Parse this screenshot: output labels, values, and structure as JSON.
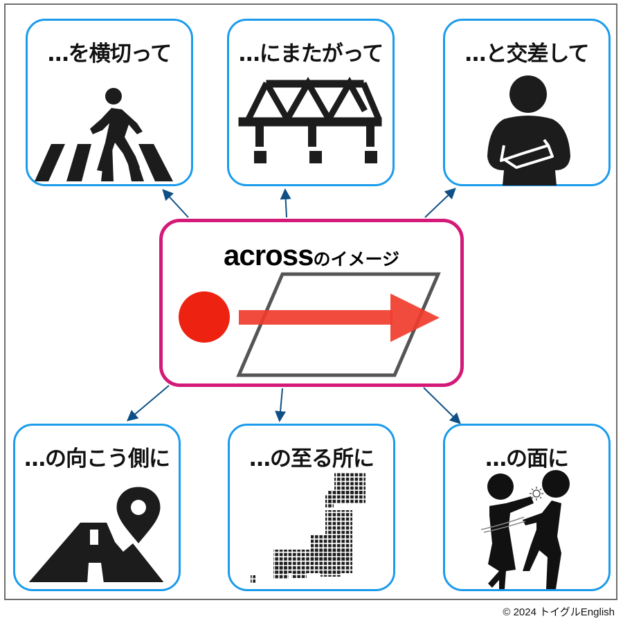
{
  "diagram": {
    "center": {
      "title_en": "across",
      "title_jp": "のイメージ",
      "colors": {
        "border": "#d31a78",
        "dot": "#ee2211",
        "arrow": "#f04030",
        "parallelogram": "#555555"
      }
    },
    "cards": [
      {
        "label": "…を横切って",
        "icon": "pedestrian-crossing-icon"
      },
      {
        "label": "…にまたがって",
        "icon": "truss-bridge-icon"
      },
      {
        "label": "…と交差して",
        "icon": "crossed-arms-person-icon"
      },
      {
        "label": "…の向こう側に",
        "icon": "road-location-pin-icon"
      },
      {
        "label": "…の至る所に",
        "icon": "japan-dot-map-icon"
      },
      {
        "label": "…の面に",
        "icon": "slap-in-face-icon"
      }
    ],
    "colors": {
      "card_border": "#1a9bec",
      "connector": "#0d4f86",
      "frame": "#6e6e6e"
    }
  },
  "footer": {
    "copyright": "© 2024 トイグルEnglish"
  }
}
